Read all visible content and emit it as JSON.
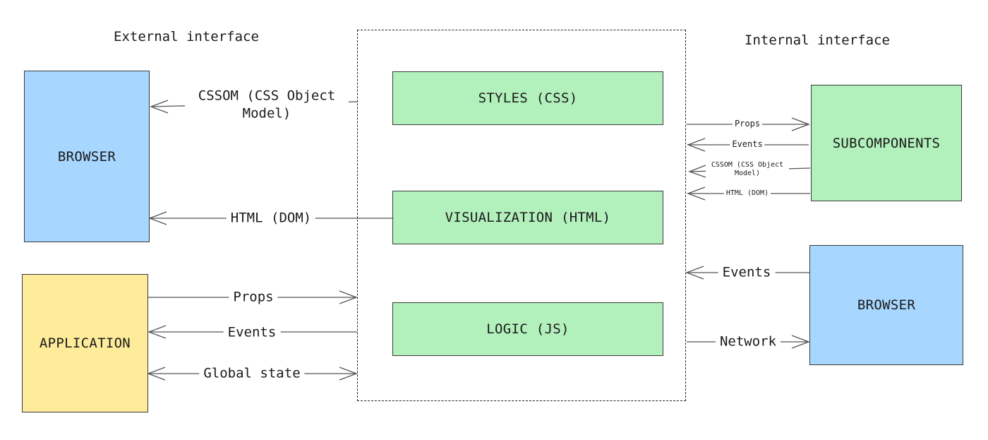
{
  "headings": {
    "external": "External interface",
    "internal": "Internal interface"
  },
  "nodes": {
    "browser_left": "BROWSER",
    "application": "APPLICATION",
    "styles": "STYLES (CSS)",
    "visualization": "VISUALIZATION (HTML)",
    "logic": "LOGIC (JS)",
    "subcomponents": "SUBCOMPONENTS",
    "browser_right": "BROWSER"
  },
  "edges": {
    "cssom_left": "CSSOM (CSS Object Model)",
    "html_dom_left": "HTML (DOM)",
    "props_left": "Props",
    "events_left": "Events",
    "global_state": "Global state",
    "props_right": "Props",
    "events_sub": "Events",
    "cssom_right": "CSSOM (CSS Object Model)",
    "html_dom_right": "HTML (DOM)",
    "events_browser": "Events",
    "network": "Network"
  },
  "colors": {
    "browser": "#a7d6fe",
    "application": "#feec9b",
    "component_parts": "#b2f0bc"
  }
}
